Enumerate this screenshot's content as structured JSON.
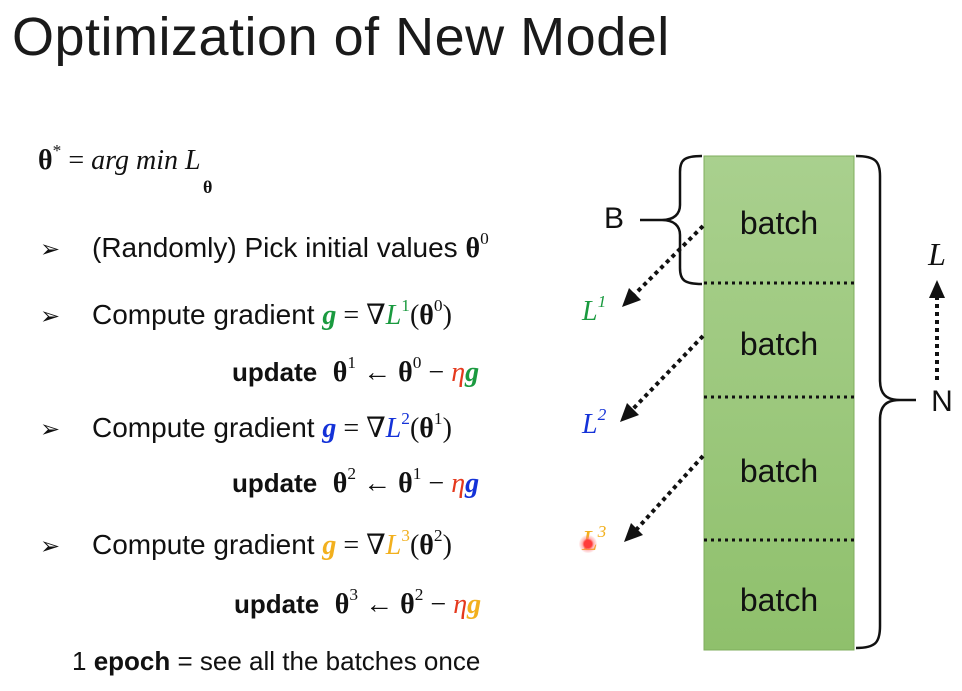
{
  "title": "Optimization of New Model",
  "objective": {
    "lhs_symbol": "θ",
    "lhs_sup": "*",
    "op": " = ",
    "argmin": "arg min",
    "sub": "θ",
    "var": "L"
  },
  "bullets": [
    {
      "marker": "➢",
      "text": "(Randomly) Pick initial values ",
      "theta": "θ",
      "sup": "0"
    },
    {
      "marker": "➢",
      "text": "Compute gradient ",
      "g": "g",
      "eq": " = ∇",
      "L": "L",
      "Lsup": "1",
      "paren_open": "(",
      "theta": "θ",
      "theta_sup": "0",
      "paren_close": ")",
      "side_L": "L",
      "side_sup": "1",
      "color": "#1a9a3f"
    },
    {
      "marker": "➢",
      "text": "Compute gradient ",
      "g": "g",
      "eq": " = ∇",
      "L": "L",
      "Lsup": "2",
      "paren_open": "(",
      "theta": "θ",
      "theta_sup": "1",
      "paren_close": ")",
      "side_L": "L",
      "side_sup": "2",
      "color": "#1432d8"
    },
    {
      "marker": "➢",
      "text": "Compute gradient ",
      "g": "g",
      "eq": " = ∇",
      "L": "L",
      "Lsup": "3",
      "paren_open": "(",
      "theta": "θ",
      "theta_sup": "2",
      "paren_close": ")",
      "side_L": "L",
      "side_sup": "3",
      "color": "#f2b01e"
    }
  ],
  "updates": [
    {
      "label": "update",
      "theta_new": "θ",
      "new_sup": "1",
      "arrow": " ← ",
      "theta_old": "θ",
      "old_sup": "0",
      "minus": " − ",
      "eta": "η",
      "g": "g",
      "g_color": "#1a9a3f"
    },
    {
      "label": "update",
      "theta_new": "θ",
      "new_sup": "2",
      "arrow": " ← ",
      "theta_old": "θ",
      "old_sup": "1",
      "minus": " − ",
      "eta": "η",
      "g": "g",
      "g_color": "#1432d8"
    },
    {
      "label": "update",
      "theta_new": "θ",
      "new_sup": "3",
      "arrow": " ← ",
      "theta_old": "θ",
      "old_sup": "2",
      "minus": " − ",
      "eta": "η",
      "g": "g",
      "g_color": "#f2b01e"
    }
  ],
  "epoch": {
    "count": "1 ",
    "word": "epoch",
    "rest": " = see all the batches once"
  },
  "diagram": {
    "batches": [
      "batch",
      "batch",
      "batch",
      "batch"
    ],
    "B_label": "B",
    "N_label": "N",
    "L_label": "L",
    "batch_fill": "#a9d08e",
    "batch_fill_dark": "#70ad47"
  }
}
